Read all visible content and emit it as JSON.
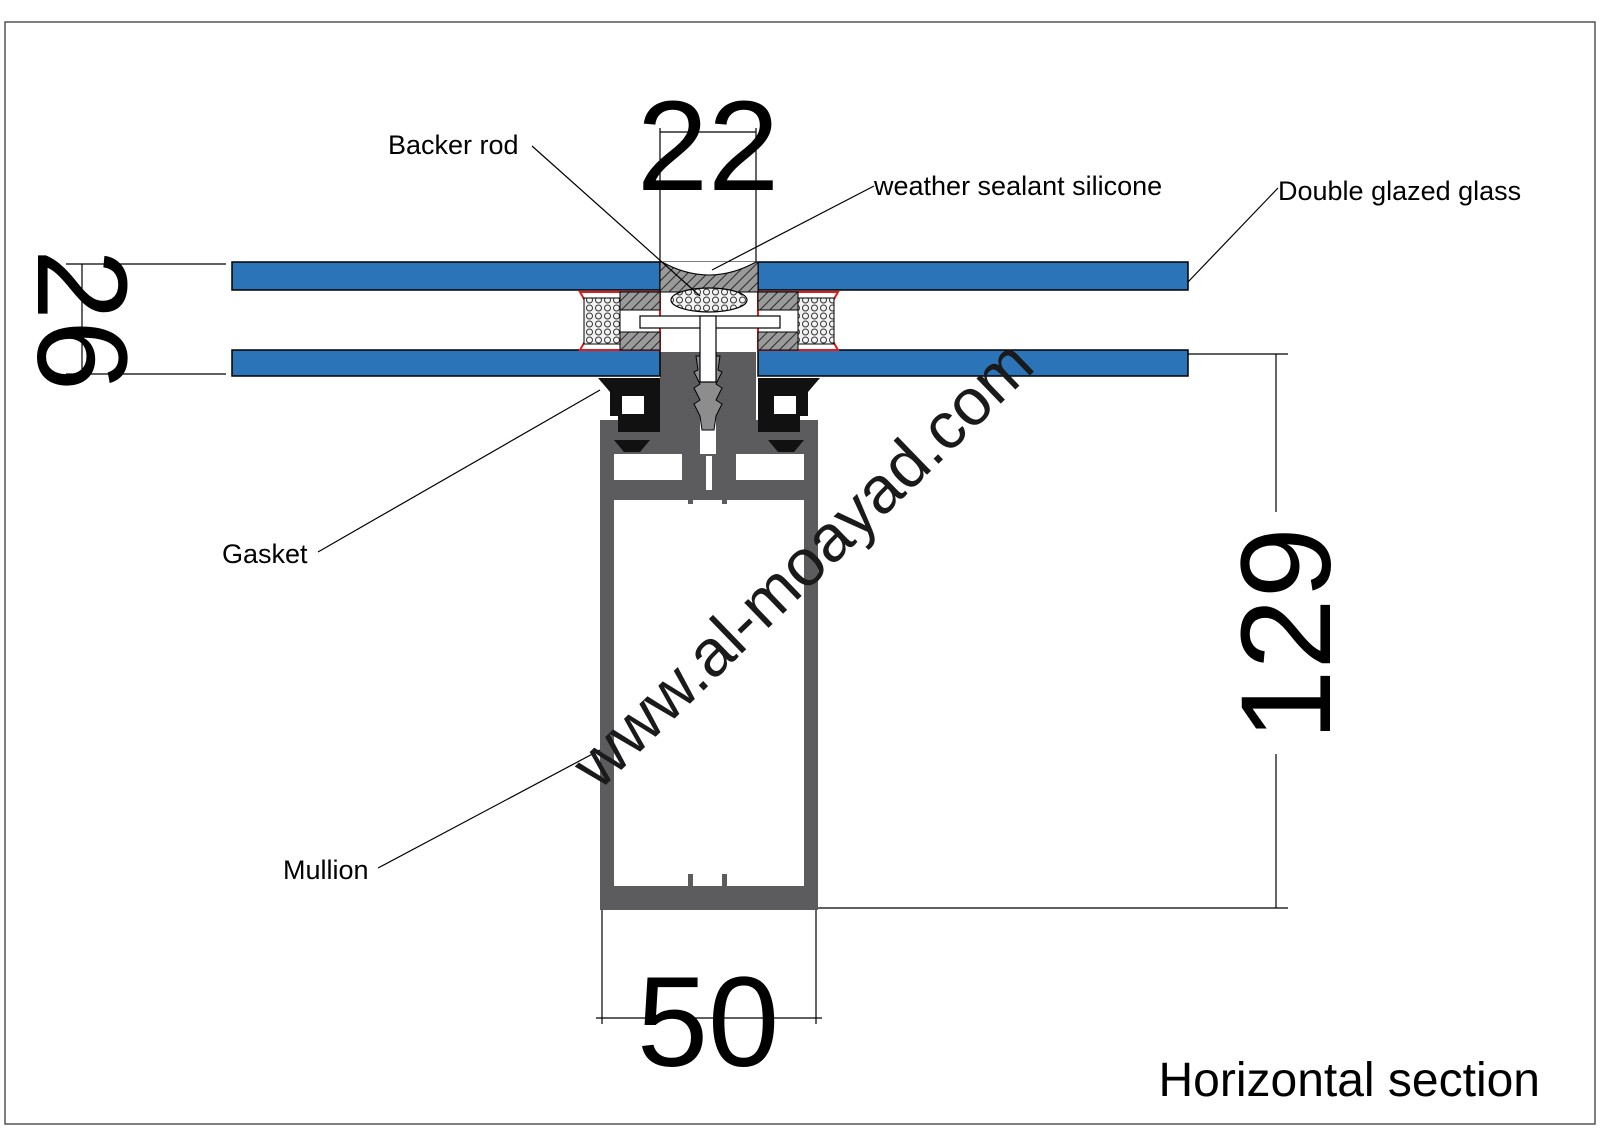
{
  "labels": {
    "backer_rod": "Backer rod",
    "weather_sealant": "weather sealant silicone",
    "double_glazed_glass": "Double glazed glass",
    "gasket": "Gasket",
    "mullion": "Mullion"
  },
  "dimensions": {
    "joint_width": "22",
    "glass_thickness": "26",
    "mullion_depth": "129",
    "mullion_width": "50"
  },
  "title": "Horizontal section",
  "watermark": "www.al-moayad.com",
  "colors": {
    "glass": "#2b74b8",
    "mullion": "#5c5c5f",
    "spacer_outline": "#e01b1b",
    "gasket": "#111111"
  }
}
